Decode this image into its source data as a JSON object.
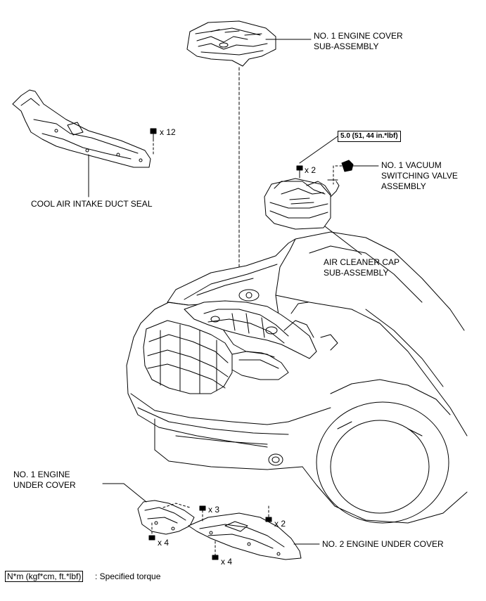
{
  "callouts": {
    "engine_cover": [
      "NO. 1 ENGINE COVER",
      "SUB-ASSEMBLY"
    ],
    "duct_seal": [
      "COOL AIR INTAKE DUCT SEAL"
    ],
    "vacuum_valve": [
      "NO. 1 VACUUM",
      "SWITCHING VALVE",
      "ASSEMBLY"
    ],
    "air_cleaner_cap": [
      "AIR CLEANER CAP",
      "SUB-ASSEMBLY"
    ],
    "under_cover_1": [
      "NO. 1 ENGINE",
      "UNDER COVER"
    ],
    "under_cover_2": [
      "NO. 2 ENGINE UNDER COVER"
    ]
  },
  "quantities": {
    "duct_seal_clips": "x 12",
    "air_cleaner_bolts": "x 2",
    "under_cover_1_top": "x 3",
    "under_cover_1_bottom": "x 4",
    "under_cover_2_top": "x 2",
    "under_cover_2_bottom": "x 4"
  },
  "torque": {
    "air_cleaner_bolts": "5.0 (51, 44 in.*lbf)"
  },
  "legend": {
    "unit": "N*m (kgf*cm, ft.*lbf)",
    "suffix": ": Specified torque"
  }
}
